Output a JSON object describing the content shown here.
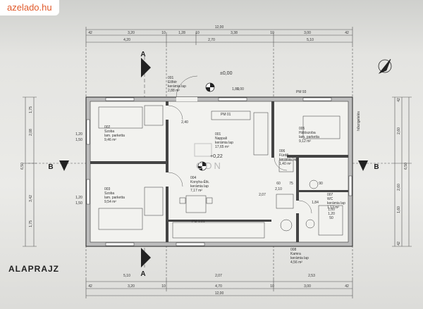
{
  "watermark": "azelado.hu",
  "logo": "GDN",
  "title": "ALAPRAJZ",
  "section_marks": [
    "A",
    "A",
    "B",
    "B"
  ],
  "levels": [
    "±0,00",
    "+0,22"
  ],
  "rooms": [
    {
      "num": "001",
      "name": "Előtér",
      "floor": "kerámia lap",
      "area": "2,88 m²"
    },
    {
      "num": "002",
      "name": "Szoba",
      "floor": "lam. parketta",
      "area": "9,46 m²"
    },
    {
      "num": "003",
      "name": "Szoba",
      "floor": "lam. parketta",
      "area": "9,54 m²"
    },
    {
      "num": "004",
      "name": "Konyha-Étk.",
      "floor": "kerámia lap",
      "area": "7,17 m²"
    },
    {
      "num": "001",
      "name": "Nappali",
      "floor": "kerámia lap",
      "area": "17,65 m²"
    },
    {
      "num": "005",
      "name": "Hálószoba",
      "floor": "lam. parketta",
      "area": "9,12 m²"
    },
    {
      "num": "006",
      "name": "Fürdő",
      "floor": "kerámia lap",
      "area": "1,40 m²"
    },
    {
      "num": "007",
      "name": "WC",
      "floor": "kerámia lap",
      "area": "1,13 m²"
    },
    {
      "num": "008",
      "name": "Kamra",
      "floor": "kerámia lap",
      "area": "4,56 m²"
    }
  ],
  "dims_top_1": [
    "12,00"
  ],
  "dims_top_2": [
    "42",
    "3,20",
    "10",
    "1,28",
    "10",
    "3,38",
    "10",
    "3,00",
    "42"
  ],
  "dims_top_3": [
    "4,20",
    "2,70",
    "5,10"
  ],
  "dims_bottom_1": [
    "5,10",
    "2,07",
    "2,53"
  ],
  "dims_bottom_2": [
    "42",
    "3,20",
    "10",
    "4,70",
    "10",
    "3,00",
    "42"
  ],
  "dims_bottom_3": [
    "12,00"
  ],
  "dims_left": [
    "1,75",
    "2,08",
    "6,50",
    "3,42",
    "1,75"
  ],
  "dims_right": [
    "42",
    "2,60",
    "6,50",
    "2,60",
    "1,60",
    "42"
  ],
  "inner_dims": [
    "1,20",
    "1,50",
    "1,20",
    "1,50",
    "60",
    "2,10",
    "2,07",
    "75",
    "1,84",
    "1,60",
    "1,20",
    "50",
    "90",
    "2,40",
    "1,80",
    "1,00"
  ],
  "pm": [
    "PM 93",
    "PM 01",
    "PM 1.01"
  ],
  "side_note": "hőszigetelés"
}
